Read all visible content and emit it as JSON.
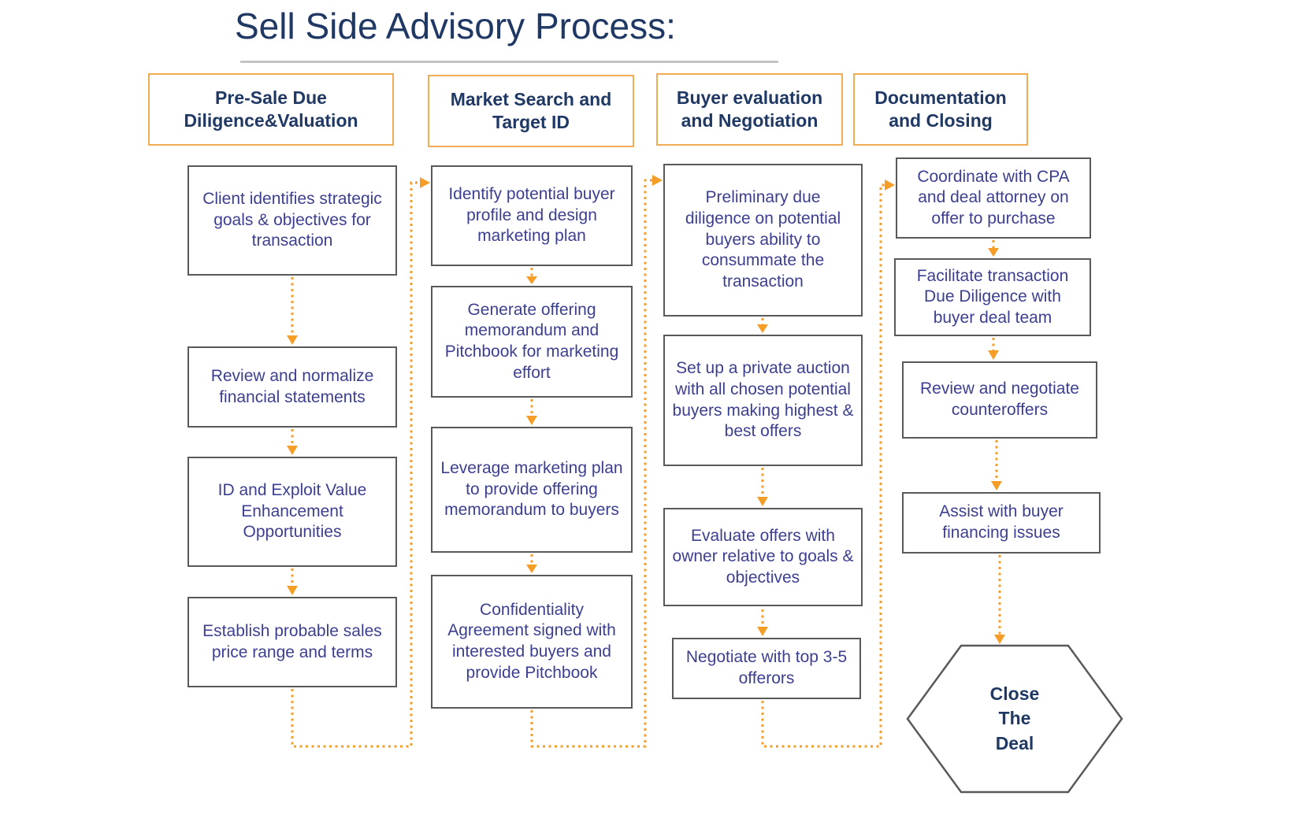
{
  "title": "Sell Side Advisory Process:",
  "colors": {
    "accent": "#F59E27",
    "header-border": "#F0AD55",
    "navy": "#1F3864",
    "indigo": "#3C3F90",
    "box-border": "#595959",
    "underline": "#C4C4C4"
  },
  "columns": [
    {
      "header": "Pre-Sale Due Diligence&Valuation",
      "steps": [
        {
          "text": "Client identifies strategic goals & objectives for transaction"
        },
        {
          "text": "Review and normalize financial statements"
        },
        {
          "text": "ID and Exploit Value Enhancement Opportunities"
        },
        {
          "text": "Establish  probable sales price range and terms"
        }
      ]
    },
    {
      "header": "Market Search and Target ID",
      "steps": [
        {
          "text": "Identify potential buyer profile and design marketing plan"
        },
        {
          "text": "Generate offering memorandum and Pitchbook for marketing effort"
        },
        {
          "text": "Leverage marketing plan to provide offering memorandum to buyers"
        },
        {
          "text": "Confidentiality Agreement signed with interested buyers and provide Pitchbook"
        }
      ]
    },
    {
      "header": "Buyer evaluation and Negotiation",
      "steps": [
        {
          "text": "Preliminary due diligence on potential buyers ability to consummate the transaction"
        },
        {
          "text": "Set up a private auction with all chosen potential buyers making highest & best offers"
        },
        {
          "text": "Evaluate offers with owner relative to goals & objectives"
        },
        {
          "text": "Negotiate with top 3-5 offerors"
        }
      ]
    },
    {
      "header": "Documentation and Closing",
      "steps": [
        {
          "text": "Coordinate with CPA and deal attorney on offer to purchase"
        },
        {
          "text": "Facilitate transaction Due Diligence with buyer deal team"
        },
        {
          "text": "Review and negotiate counteroffers"
        },
        {
          "text": "Assist with buyer financing issues"
        }
      ]
    }
  ],
  "terminal": {
    "label": "Close\nThe\nDeal"
  }
}
